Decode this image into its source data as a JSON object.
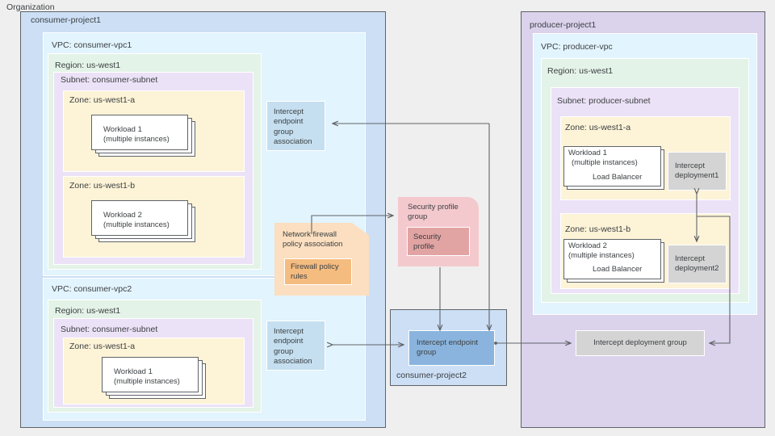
{
  "organization": {
    "label": "Organization"
  },
  "consumer_project1": {
    "title": "consumer-project1",
    "vpc1": {
      "title": "VPC: consumer-vpc1",
      "region": {
        "title": "Region: us-west1",
        "subnet": {
          "title": "Subnet: consumer-subnet",
          "zones": [
            {
              "title": "Zone: us-west1-a",
              "workload": {
                "name": "Workload 1",
                "sub": "(multiple instances)"
              }
            },
            {
              "title": "Zone: us-west1-b",
              "workload": {
                "name": "Workload 2",
                "sub": "(multiple instances)"
              }
            }
          ]
        }
      }
    },
    "vpc2": {
      "title": "VPC: consumer-vpc2",
      "region": {
        "title": "Region: us-west1",
        "subnet": {
          "title": "Subnet: consumer-subnet",
          "zones": [
            {
              "title": "Zone: us-west1-a",
              "workload": {
                "name": "Workload 1",
                "sub": "(multiple instances)"
              }
            }
          ]
        }
      }
    },
    "ieg_association_top": "Intercept\nendpoint\ngroup\nassociation",
    "ieg_association_bottom": "Intercept\nendpoint\ngroup\nassociation",
    "firewall": {
      "title": "Network firewall\npolicy association",
      "rules": "Firewall policy\nrules"
    }
  },
  "security_profile_group": {
    "title": "Security profile\ngroup",
    "profile": "Security\nprofile"
  },
  "consumer_project2": {
    "label": "consumer-project2",
    "intercept_endpoint_group": "Intercept endpoint\ngroup"
  },
  "producer_project1": {
    "title": "producer-project1",
    "vpc": {
      "title": "VPC: producer-vpc",
      "region": {
        "title": "Region: us-west1",
        "subnet": {
          "title": "Subnet: producer-subnet",
          "zones": [
            {
              "title": "Zone: us-west1-a",
              "workload": {
                "name": "Workload 1",
                "sub": "(multiple instances)",
                "lb": "Load Balancer"
              },
              "deployment": "Intercept\ndeployment1"
            },
            {
              "title": "Zone: us-west1-b",
              "workload": {
                "name": "Workload 2",
                "sub": "(multiple instances)",
                "lb": "Load Balancer"
              },
              "deployment": "Intercept\ndeployment2"
            }
          ]
        }
      }
    },
    "intercept_deployment_group": "Intercept deployment group"
  },
  "colors": {
    "background": "#efefef",
    "project_consumer": "#ccdff5",
    "project_producer": "#dbd2ec",
    "vpc": "#e2f4fd",
    "region": "#e4f3e8",
    "subnet": "#ece2f7",
    "zone": "#fdf3d7",
    "association": "#c5dff0",
    "endpoint_group": "#8ab4dd",
    "deployment": "#d4d4d4",
    "firewall": "#fbdfc0",
    "firewall_rules": "#f5bc80",
    "security_group": "#f4c9cd",
    "security_profile": "#e2a3a3",
    "stroke": "#5f6368"
  }
}
